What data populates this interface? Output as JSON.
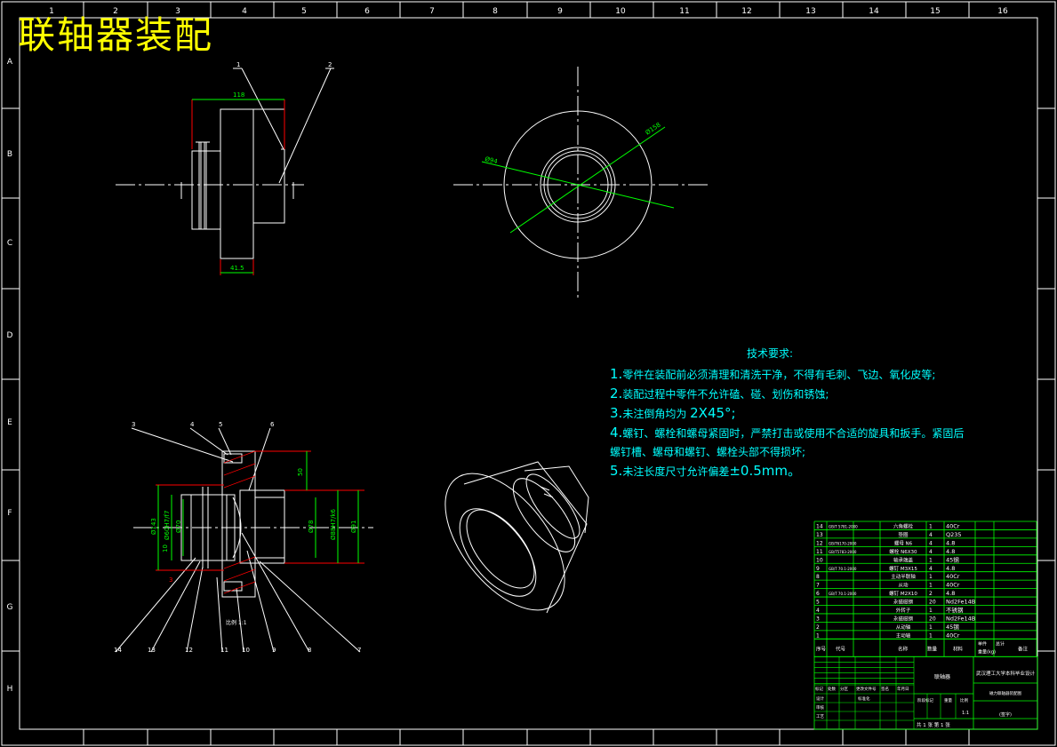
{
  "title": "联轴器装配",
  "column_markers": [
    "1",
    "2",
    "3",
    "4",
    "5",
    "6",
    "7",
    "8",
    "9",
    "10",
    "11",
    "12",
    "13",
    "14",
    "15",
    "16"
  ],
  "row_markers": [
    "A",
    "B",
    "C",
    "D",
    "E",
    "F",
    "G",
    "H"
  ],
  "tech_requirements": {
    "heading": "技术要求:",
    "items": [
      {
        "num": "1.",
        "text": "零件在装配前必须清理和清洗干净，不得有毛刺、飞边、氧化皮等;"
      },
      {
        "num": "2.",
        "text": "装配过程中零件不允许磕、碰、划伤和锈蚀;"
      },
      {
        "num": "3.",
        "text": "未注倒角均为 ",
        "big": "2X45°;"
      },
      {
        "num": "4.",
        "text": "螺钉、螺栓和螺母紧固时，严禁打击或使用不合适的旋具和扳手。紧固后"
      },
      {
        "num": "",
        "text": "螺钉槽、螺母和螺钉、螺栓头部不得损坏;"
      },
      {
        "num": "5.",
        "text": "未注长度尺寸允许偏差",
        "big": "±0.5mm。"
      }
    ]
  },
  "top_view_dims": {
    "width": "118",
    "bottom": "41.5",
    "balloons": [
      "1",
      "2"
    ]
  },
  "circle_view_dims": {
    "inner": "Ø94",
    "outer": "Ø158"
  },
  "section_dims": {
    "right": [
      "50",
      "Ø78",
      "Ø88H7/k6",
      "Ø91"
    ],
    "left": [
      "Ø143",
      "Ø60H7/f7",
      "Ø70",
      "10",
      "3"
    ],
    "balloons_top": [
      "3",
      "4",
      "5",
      "6"
    ],
    "balloons_bottom": [
      "14",
      "13",
      "12",
      "11",
      "10",
      "9",
      "8",
      "7"
    ],
    "scale_label": "比例 1:1"
  },
  "bom": {
    "rows": [
      {
        "no": "14",
        "std": "GB/T 5781-2000",
        "name": "六角螺栓",
        "qty": "1",
        "mat": "40Cr"
      },
      {
        "no": "13",
        "std": "",
        "name": "垫圈",
        "qty": "4",
        "mat": "Q235"
      },
      {
        "no": "12",
        "std": "GB/T6170-2000",
        "name": "螺母 N6",
        "qty": "4",
        "mat": "4.8"
      },
      {
        "no": "11",
        "std": "GB/T5783-2000",
        "name": "螺栓 N6X30",
        "qty": "4",
        "mat": "4.8"
      },
      {
        "no": "10",
        "std": "",
        "name": "轴承端盖",
        "qty": "1",
        "mat": "45钢"
      },
      {
        "no": "9",
        "std": "GB/T 70.1-2000",
        "name": "螺钉 M3X15",
        "qty": "4",
        "mat": "4.8"
      },
      {
        "no": "8",
        "std": "",
        "name": "主动半联轴",
        "qty": "1",
        "mat": "40Cr"
      },
      {
        "no": "7",
        "std": "",
        "name": "从动",
        "qty": "1",
        "mat": "40Cr"
      },
      {
        "no": "6",
        "std": "GB/T 70.1-2000",
        "name": "螺钉 M2X10",
        "qty": "2",
        "mat": "4.8"
      },
      {
        "no": "5",
        "std": "",
        "name": "永磁磁钢",
        "qty": "20",
        "mat": "Nd2Fe14B"
      },
      {
        "no": "4",
        "std": "",
        "name": "外转子",
        "qty": "1",
        "mat": "不锈钢"
      },
      {
        "no": "3",
        "std": "",
        "name": "永磁磁钢",
        "qty": "20",
        "mat": "Nd2Fe14B"
      },
      {
        "no": "2",
        "std": "",
        "name": "从动轴",
        "qty": "1",
        "mat": "45钢"
      },
      {
        "no": "1",
        "std": "",
        "name": "主动轴",
        "qty": "1",
        "mat": "40Cr"
      }
    ],
    "header": {
      "no": "序号",
      "std": "代号",
      "name": "名称",
      "qty": "数量",
      "mat": "材料",
      "weight1": "单件",
      "weight2": "总计",
      "note1": "重量(kg)",
      "remark": "备注"
    }
  },
  "title_block": {
    "drawing_name": "联轴器",
    "school": "武汉理工大学本科毕业设计",
    "project": "磁力联轴器装配图",
    "signature": "(签字)",
    "labels": [
      "标记",
      "处数",
      "分区",
      "更改文件号",
      "签名",
      "年月日"
    ],
    "left_labels": [
      "设计",
      "审核",
      "工艺"
    ],
    "std_label": "标准化",
    "stage_labels": [
      "阶段标记",
      "重量",
      "比例"
    ],
    "scale_val": "1:1",
    "sheet": "共 1 张  第 1 张"
  }
}
